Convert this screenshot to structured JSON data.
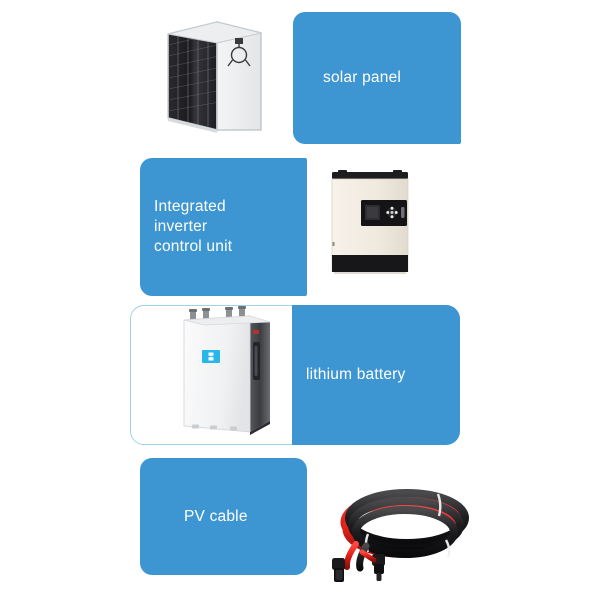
{
  "page": {
    "background": "#ffffff",
    "accent_blue": "#3d96d2",
    "outline_blue": "#9fd3e8",
    "label_text_color": "#ffffff"
  },
  "rows": [
    {
      "id": "solar-panel",
      "label": "solar panel",
      "card_side": "right",
      "product_name": "solar-panel-module",
      "product_side": "left"
    },
    {
      "id": "integrated-inverter-control-unit",
      "label": "Integrated\ninverter\ncontrol unit",
      "card_side": "left",
      "product_name": "hybrid-inverter-unit",
      "product_side": "right"
    },
    {
      "id": "lithium-battery",
      "label": "lithium battery",
      "card_side": "right",
      "product_name": "wall-mount-battery",
      "product_side": "left"
    },
    {
      "id": "pv-cable",
      "label": "PV cable",
      "card_side": "left",
      "product_name": "pv-cable-coil",
      "product_side": "right"
    }
  ]
}
